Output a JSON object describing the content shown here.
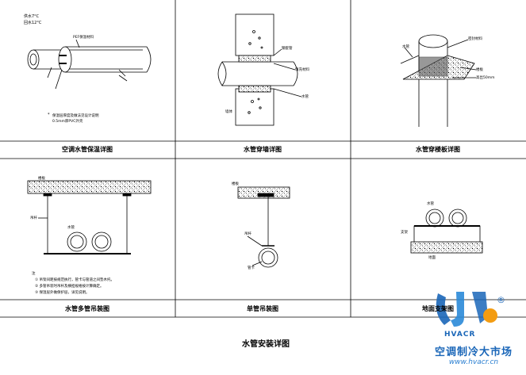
{
  "drawing": {
    "title": "水管安装详图",
    "panels": [
      {
        "caption": "空调水管保温详图"
      },
      {
        "caption": "水管穿墙详图"
      },
      {
        "caption": "水管穿楼板详图"
      },
      {
        "caption": "水管多管吊装图"
      },
      {
        "caption": "单管吊装图"
      },
      {
        "caption": "地面支架图"
      }
    ],
    "panel1": {
      "temp_supply": "供水7°C",
      "temp_return": "回水12°C",
      "insulation": "PEF保温材料",
      "note_mark": "*",
      "note_line1": "保温层厚度及做法见设计说明",
      "note_line2": "0.5mm厚PVC外壳"
    },
    "panel2": {
      "lbl_wall": "墙体",
      "lbl_sleeve": "钢套管",
      "lbl_fill": "填充材料",
      "lbl_pipe": "水管"
    },
    "panel3": {
      "lbl_pipe": "水管",
      "lbl_seal": "密封材料",
      "lbl_slab": "楼板",
      "lbl_dim": "高出50mm"
    },
    "panel4": {
      "lbl_slab": "楼板",
      "lbl_rod": "吊杆",
      "lbl_pipe": "水管",
      "lbl_notes": "注",
      "notes": [
        "① 吊架间距按规范执行，管卡与管道之间垫木托。",
        "② 多管吊装时吊杆及横担规格按计算确定。",
        "③ 保温层外做保护层，详见说明。"
      ]
    },
    "panel5": {
      "lbl_slab": "楼板",
      "lbl_rod": "吊杆",
      "lbl_clamp": "管卡"
    },
    "panel6": {
      "lbl_pipe": "水管",
      "lbl_support": "支架",
      "lbl_ground": "地面"
    },
    "logo": {
      "brand_cn": "空调制冷大市场",
      "url": "www.hvacr.cn",
      "mark": "HVACR",
      "reg": "®"
    }
  }
}
